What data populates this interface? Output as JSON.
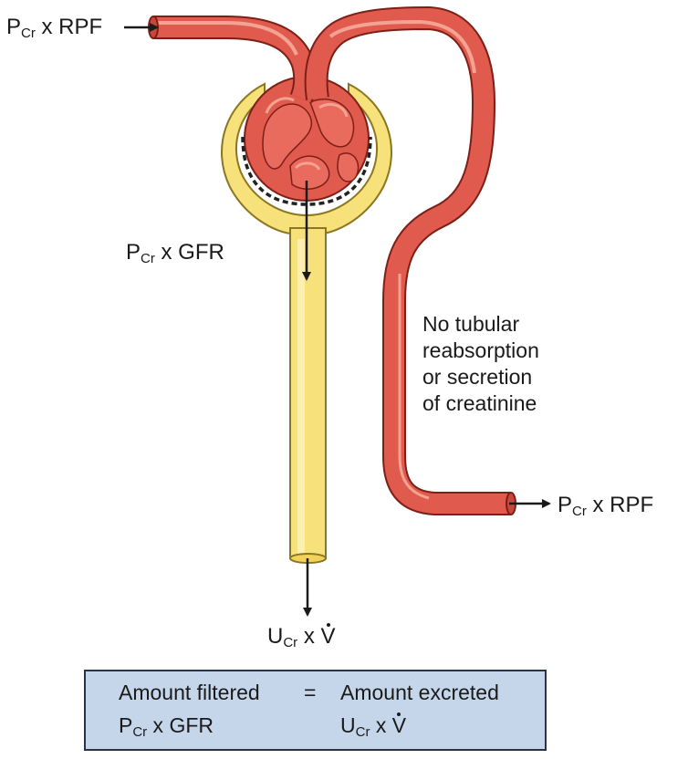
{
  "labels": {
    "afferent": {
      "main": "P",
      "sub": "Cr",
      "rest": " x RPF"
    },
    "filtered": {
      "main": "P",
      "sub": "Cr",
      "rest": " x GFR"
    },
    "efferent": {
      "main": "P",
      "sub": "Cr",
      "rest": " x RPF"
    },
    "excreted": {
      "main": "U",
      "sub": "Cr",
      "rest": " x ",
      "v": "V"
    }
  },
  "note": [
    "No tubular",
    "reabsorption",
    "or secretion",
    "of creatinine"
  ],
  "summary": {
    "left_title": "Amount filtered",
    "equals": "=",
    "right_title": "Amount excreted",
    "left_formula": {
      "main": "P",
      "sub": "Cr",
      "rest": " x GFR"
    },
    "right_formula": {
      "main": "U",
      "sub": "Cr",
      "rest": " x ",
      "v": "V"
    }
  },
  "colors": {
    "vessel": "#e05a4e",
    "vessel_dark": "#7e1f17",
    "vessel_highlight": "#f4a392",
    "tubule": "#f7e17a",
    "tubule_dark": "#8b7622",
    "tubule_highlight": "#fdf3bd",
    "box_fill": "#c5d6eb"
  }
}
